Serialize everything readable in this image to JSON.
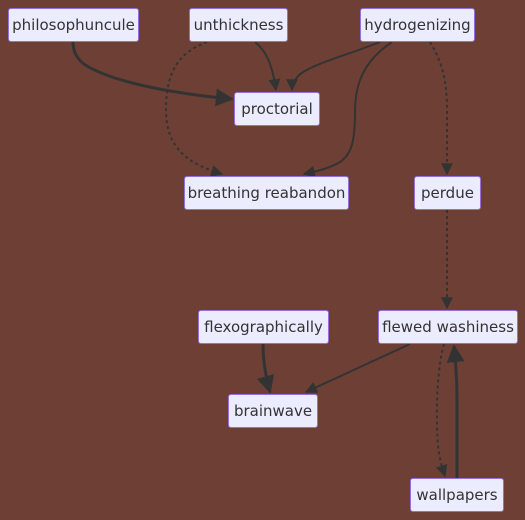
{
  "diagram": {
    "colors": {
      "background": "#6e4035",
      "node_fill": "#ececff",
      "node_border": "#9370db",
      "node_text": "#333333",
      "edge": "#333333"
    },
    "nodes": [
      {
        "id": "philosophuncule",
        "label": "philosophuncule"
      },
      {
        "id": "unthickness",
        "label": "unthickness"
      },
      {
        "id": "hydrogenizing",
        "label": "hydrogenizing"
      },
      {
        "id": "proctorial",
        "label": "proctorial"
      },
      {
        "id": "breathing_reabandon",
        "label": "breathing reabandon"
      },
      {
        "id": "perdue",
        "label": "perdue"
      },
      {
        "id": "flexographically",
        "label": "flexographically"
      },
      {
        "id": "flewed_washiness",
        "label": "flewed washiness"
      },
      {
        "id": "brainwave",
        "label": "brainwave"
      },
      {
        "id": "wallpapers",
        "label": "wallpapers"
      }
    ],
    "edges": [
      {
        "from": "philosophuncule",
        "to": "proctorial",
        "style": "thick"
      },
      {
        "from": "unthickness",
        "to": "proctorial",
        "style": "solid"
      },
      {
        "from": "unthickness",
        "to": "breathing_reabandon",
        "style": "dotted"
      },
      {
        "from": "hydrogenizing",
        "to": "proctorial",
        "style": "solid"
      },
      {
        "from": "hydrogenizing",
        "to": "breathing_reabandon",
        "style": "solid"
      },
      {
        "from": "hydrogenizing",
        "to": "perdue",
        "style": "dotted"
      },
      {
        "from": "perdue",
        "to": "flewed_washiness",
        "style": "dotted"
      },
      {
        "from": "flexographically",
        "to": "brainwave",
        "style": "thick"
      },
      {
        "from": "flewed_washiness",
        "to": "brainwave",
        "style": "solid"
      },
      {
        "from": "flewed_washiness",
        "to": "wallpapers",
        "style": "dotted"
      },
      {
        "from": "wallpapers",
        "to": "flewed_washiness",
        "style": "thick"
      }
    ]
  }
}
